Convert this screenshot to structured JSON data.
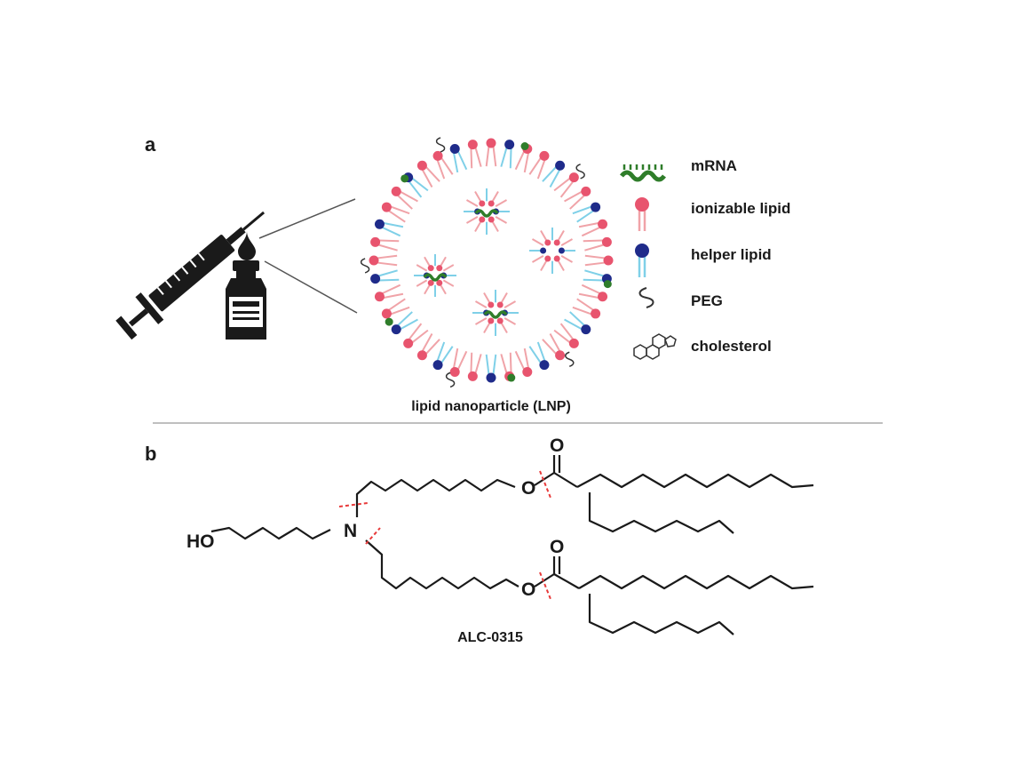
{
  "panel_a": {
    "label": "a",
    "caption": "lipid nanoparticle (LNP)",
    "legend": [
      {
        "icon": "mrna-icon",
        "label": "mRNA"
      },
      {
        "icon": "ionizable-lipid-icon",
        "label": "ionizable lipid"
      },
      {
        "icon": "helper-lipid-icon",
        "label": "helper lipid"
      },
      {
        "icon": "peg-icon",
        "label": "PEG"
      },
      {
        "icon": "cholesterol-icon",
        "label": "cholesterol"
      }
    ]
  },
  "panel_b": {
    "label": "b",
    "compound_name": "ALC-0315",
    "atoms": {
      "hydroxyl": "HO",
      "nitrogen": "N",
      "oxygen": "O"
    }
  },
  "colors": {
    "ionizable_lipid": "#e8546e",
    "ionizable_tail": "#f0a3a8",
    "helper_lipid": "#1f2b8a",
    "helper_tail": "#7fd0e8",
    "mrna": "#2f7d2a",
    "cleavage": "#e83a3a"
  }
}
